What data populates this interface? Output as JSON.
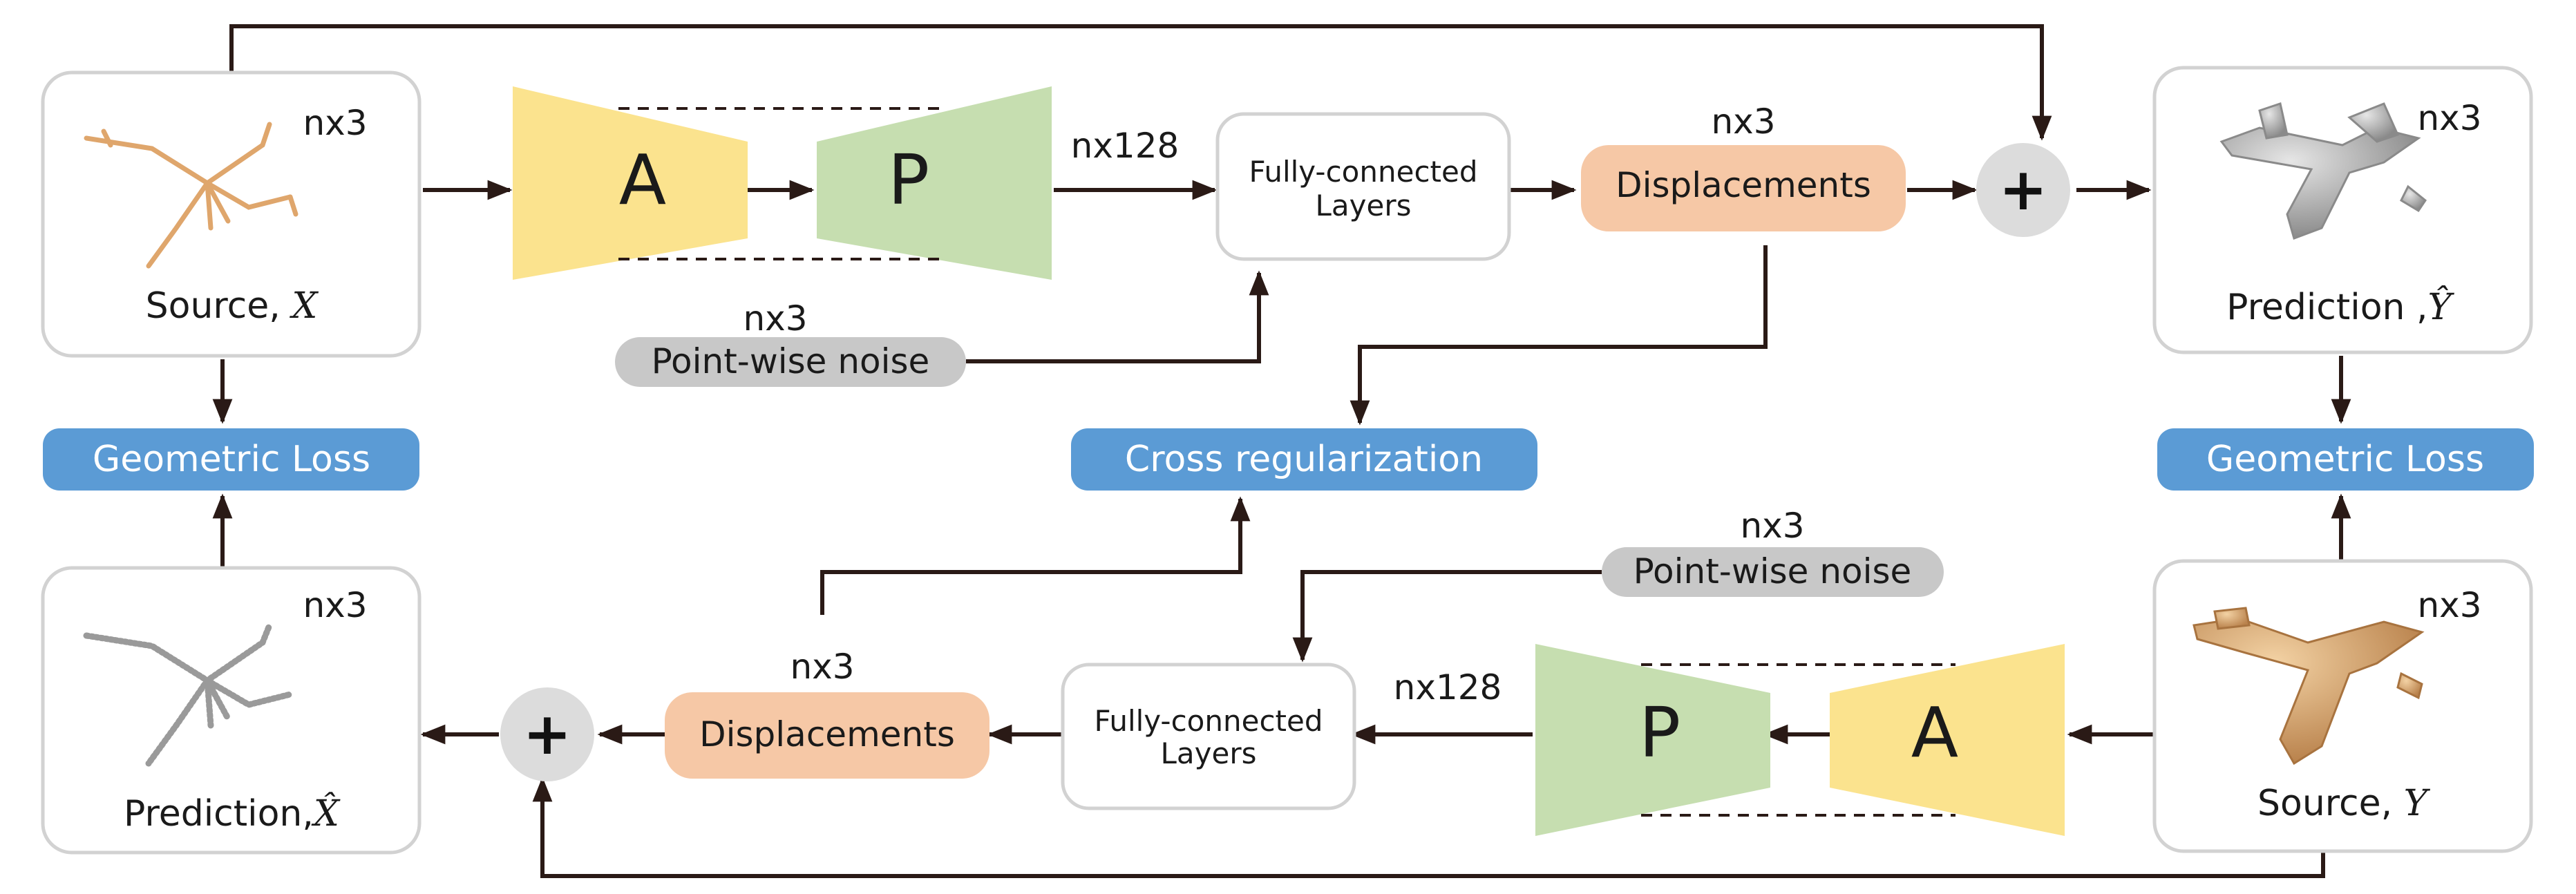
{
  "colors": {
    "encoder": "#fbe38e",
    "decoder": "#c6deb0",
    "displacement": "#f6c8a6",
    "loss": "#5b9bd5",
    "noise": "#c8c8c8",
    "plus": "#dcdcdc",
    "line": "#2a1a16"
  },
  "icons": [
    "plane-point-cloud-icon",
    "skeleton-point-cloud-icon"
  ],
  "top": {
    "source_label": "Source, ",
    "source_symbol": "X",
    "source_dim": "nx3",
    "encoder": "A",
    "decoder": "P",
    "feature_dim": "nx128",
    "fc_line1": "Fully-connected",
    "fc_line2": "Layers",
    "disp_dim": "nx3",
    "displacements": "Displacements",
    "noise_dim": "nx3",
    "noise": "Point-wise noise",
    "plus": "+",
    "pred_label": "Prediction ,",
    "pred_symbol": "Ŷ",
    "pred_dim": "nx3"
  },
  "middle": {
    "geo_loss_left": "Geometric Loss",
    "cross_reg": "Cross regularization",
    "geo_loss_right": "Geometric Loss"
  },
  "bottom": {
    "pred_label": "Prediction,",
    "pred_symbol": "X̂",
    "pred_dim": "nx3",
    "plus": "+",
    "disp_dim": "nx3",
    "displacements": "Displacements",
    "fc_line1": "Fully-connected",
    "fc_line2": "Layers",
    "feature_dim": "nx128",
    "decoder": "P",
    "encoder": "A",
    "noise_dim": "nx3",
    "noise": "Point-wise noise",
    "source_label": "Source, ",
    "source_symbol": "Y",
    "source_dim": "nx3"
  }
}
